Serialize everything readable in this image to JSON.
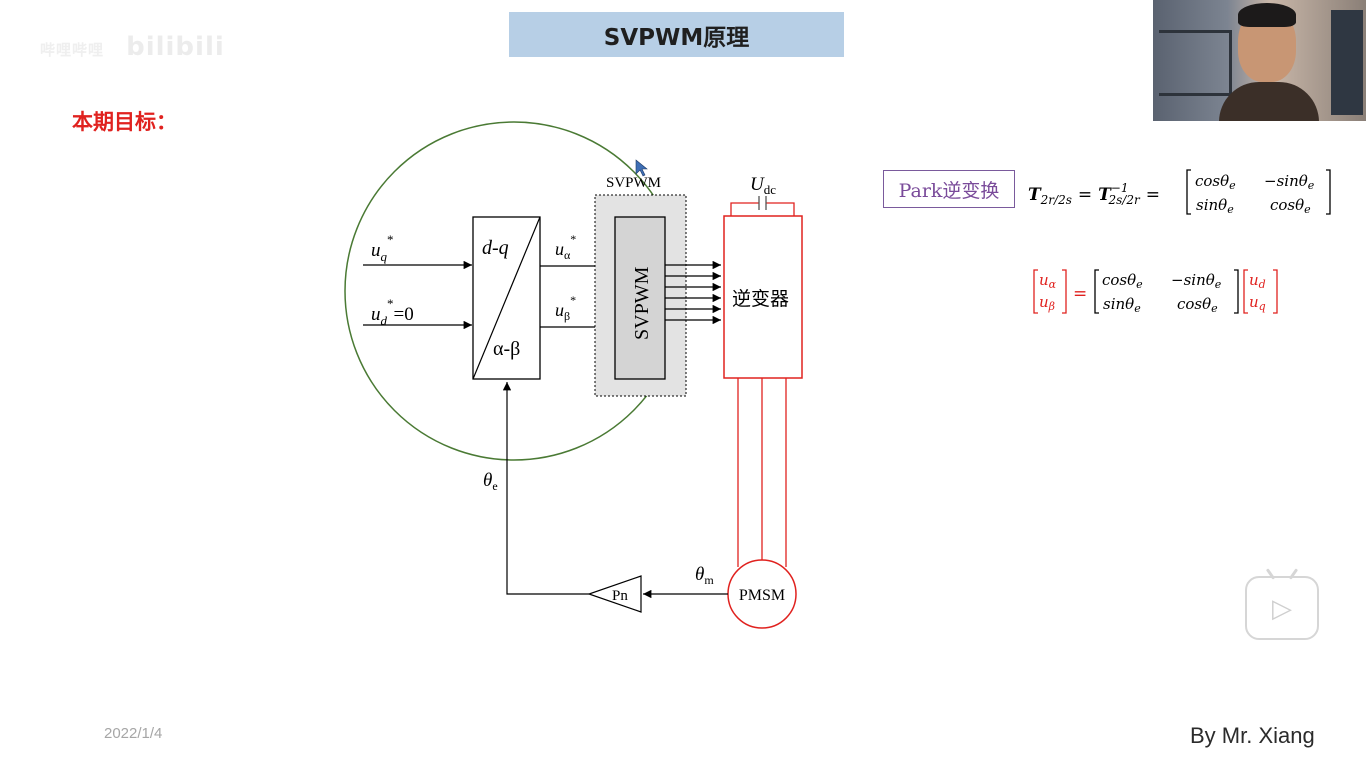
{
  "header": {
    "title": "SVPWM原理",
    "watermark_text": "bilibili",
    "watermark_sub": "哔哩哔哩"
  },
  "goal_label": "本期目标：",
  "diagram": {
    "input_q": {
      "base": "u",
      "sub": "q",
      "sup": "*",
      "suffix": ""
    },
    "input_d": {
      "base": "u",
      "sub": "d",
      "sup": "*",
      "suffix": "=0"
    },
    "park_block_top": "d-q",
    "park_block_bottom": "α-β",
    "u_alpha": {
      "base": "u",
      "sub": "α",
      "sup": "*"
    },
    "u_beta": {
      "base": "u",
      "sub": "β",
      "sup": "*"
    },
    "svpwm_group_label": "SVPWM",
    "svpwm_block_label": "SVPWM",
    "udc": {
      "base": "U",
      "sub": "dc"
    },
    "inverter_label": "逆变器",
    "theta_e": {
      "base": "θ",
      "sub": "e"
    },
    "theta_m": {
      "base": "θ",
      "sub": "m"
    },
    "pn_label": "Pn",
    "pmsm_label": "PMSM"
  },
  "formulas": {
    "park_label": "Park逆变换",
    "transform": {
      "lhs": "T",
      "lhs_sub": "2r/2s",
      "eq": "=",
      "rhs": "T",
      "rhs_sup": "−1",
      "rhs_sub": "2s/2r"
    },
    "matrix": [
      [
        "cosθ",
        "e",
        "−sinθ",
        "e"
      ],
      [
        "sinθ",
        "e",
        "cosθ",
        "e"
      ]
    ],
    "vec_left": [
      {
        "base": "u",
        "sub": "α"
      },
      {
        "base": "u",
        "sub": "β"
      }
    ],
    "vec_right": [
      {
        "base": "u",
        "sub": "d"
      },
      {
        "base": "u",
        "sub": "q"
      }
    ]
  },
  "footer": {
    "date": "2022/1/4",
    "author": "By Mr. Xiang"
  },
  "colors": {
    "circle": "#4a7a34",
    "inverter": "#e0221f",
    "goal": "#e0221f",
    "formula_red": "#e0221f",
    "park": "#7a4b9a"
  },
  "icons": {
    "play": "play-icon"
  }
}
